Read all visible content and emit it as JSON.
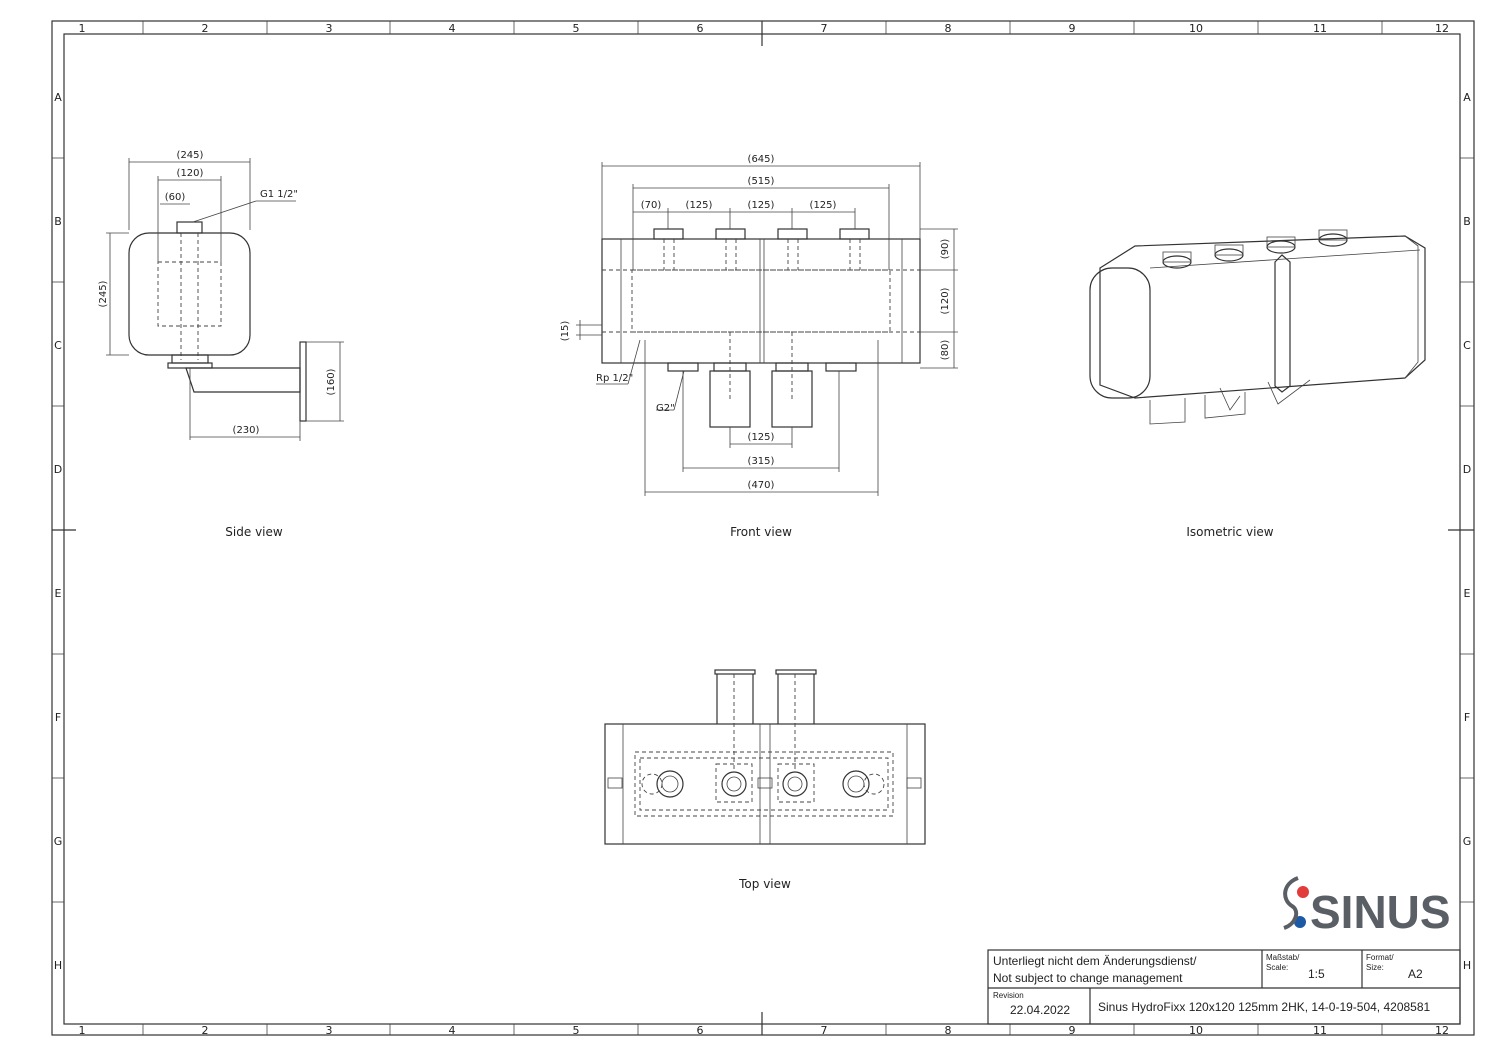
{
  "sheet": {
    "columns": [
      "1",
      "2",
      "3",
      "4",
      "5",
      "6",
      "7",
      "8",
      "9",
      "10",
      "11",
      "12"
    ],
    "rows": [
      "A",
      "B",
      "C",
      "D",
      "E",
      "F",
      "G",
      "H"
    ],
    "bottom_right_size": "A2"
  },
  "views": {
    "side": {
      "label": "Side view",
      "dims": {
        "width_outer": "(245)",
        "width_inner": "(120)",
        "pipe": "(60)",
        "height": "(245)",
        "bracket_len": "(230)",
        "bracket_h": "(160)"
      },
      "thread": "G1 1/2\""
    },
    "front": {
      "label": "Front view",
      "dims": {
        "total": "(645)",
        "span": "(515)",
        "first": "(70)",
        "pitch1": "(125)",
        "pitch2": "(125)",
        "pitch3": "(125)",
        "h_top": "(90)",
        "h_mid": "(120)",
        "h_bot": "(80)",
        "offset": "(15)",
        "bottom_pitch": "(125)",
        "bottom_315": "(315)",
        "bottom_470": "(470)"
      },
      "thread_rp": "Rp 1/2\"",
      "thread_g2": "G2\""
    },
    "isometric": {
      "label": "Isometric view"
    },
    "top": {
      "label": "Top view"
    }
  },
  "logo": {
    "text": "SINUS",
    "colors": {
      "blue": "#1c5aa6",
      "red": "#e23b3b",
      "grey": "#5a5f66"
    }
  },
  "title_block": {
    "note_de": "Unterliegt nicht dem Änderungsdienst/",
    "note_en": "Not subject to change management",
    "scale_label_de": "Maßstab/",
    "scale_label_en": "Scale:",
    "scale_value": "1:5",
    "format_label_de": "Format/",
    "format_label_en": "Size:",
    "format_value": "A2",
    "revision_label": "Revision",
    "revision_date": "22.04.2022",
    "product": "Sinus HydroFixx 120x120 125mm 2HK, 14-0-19-504, 4208581"
  }
}
